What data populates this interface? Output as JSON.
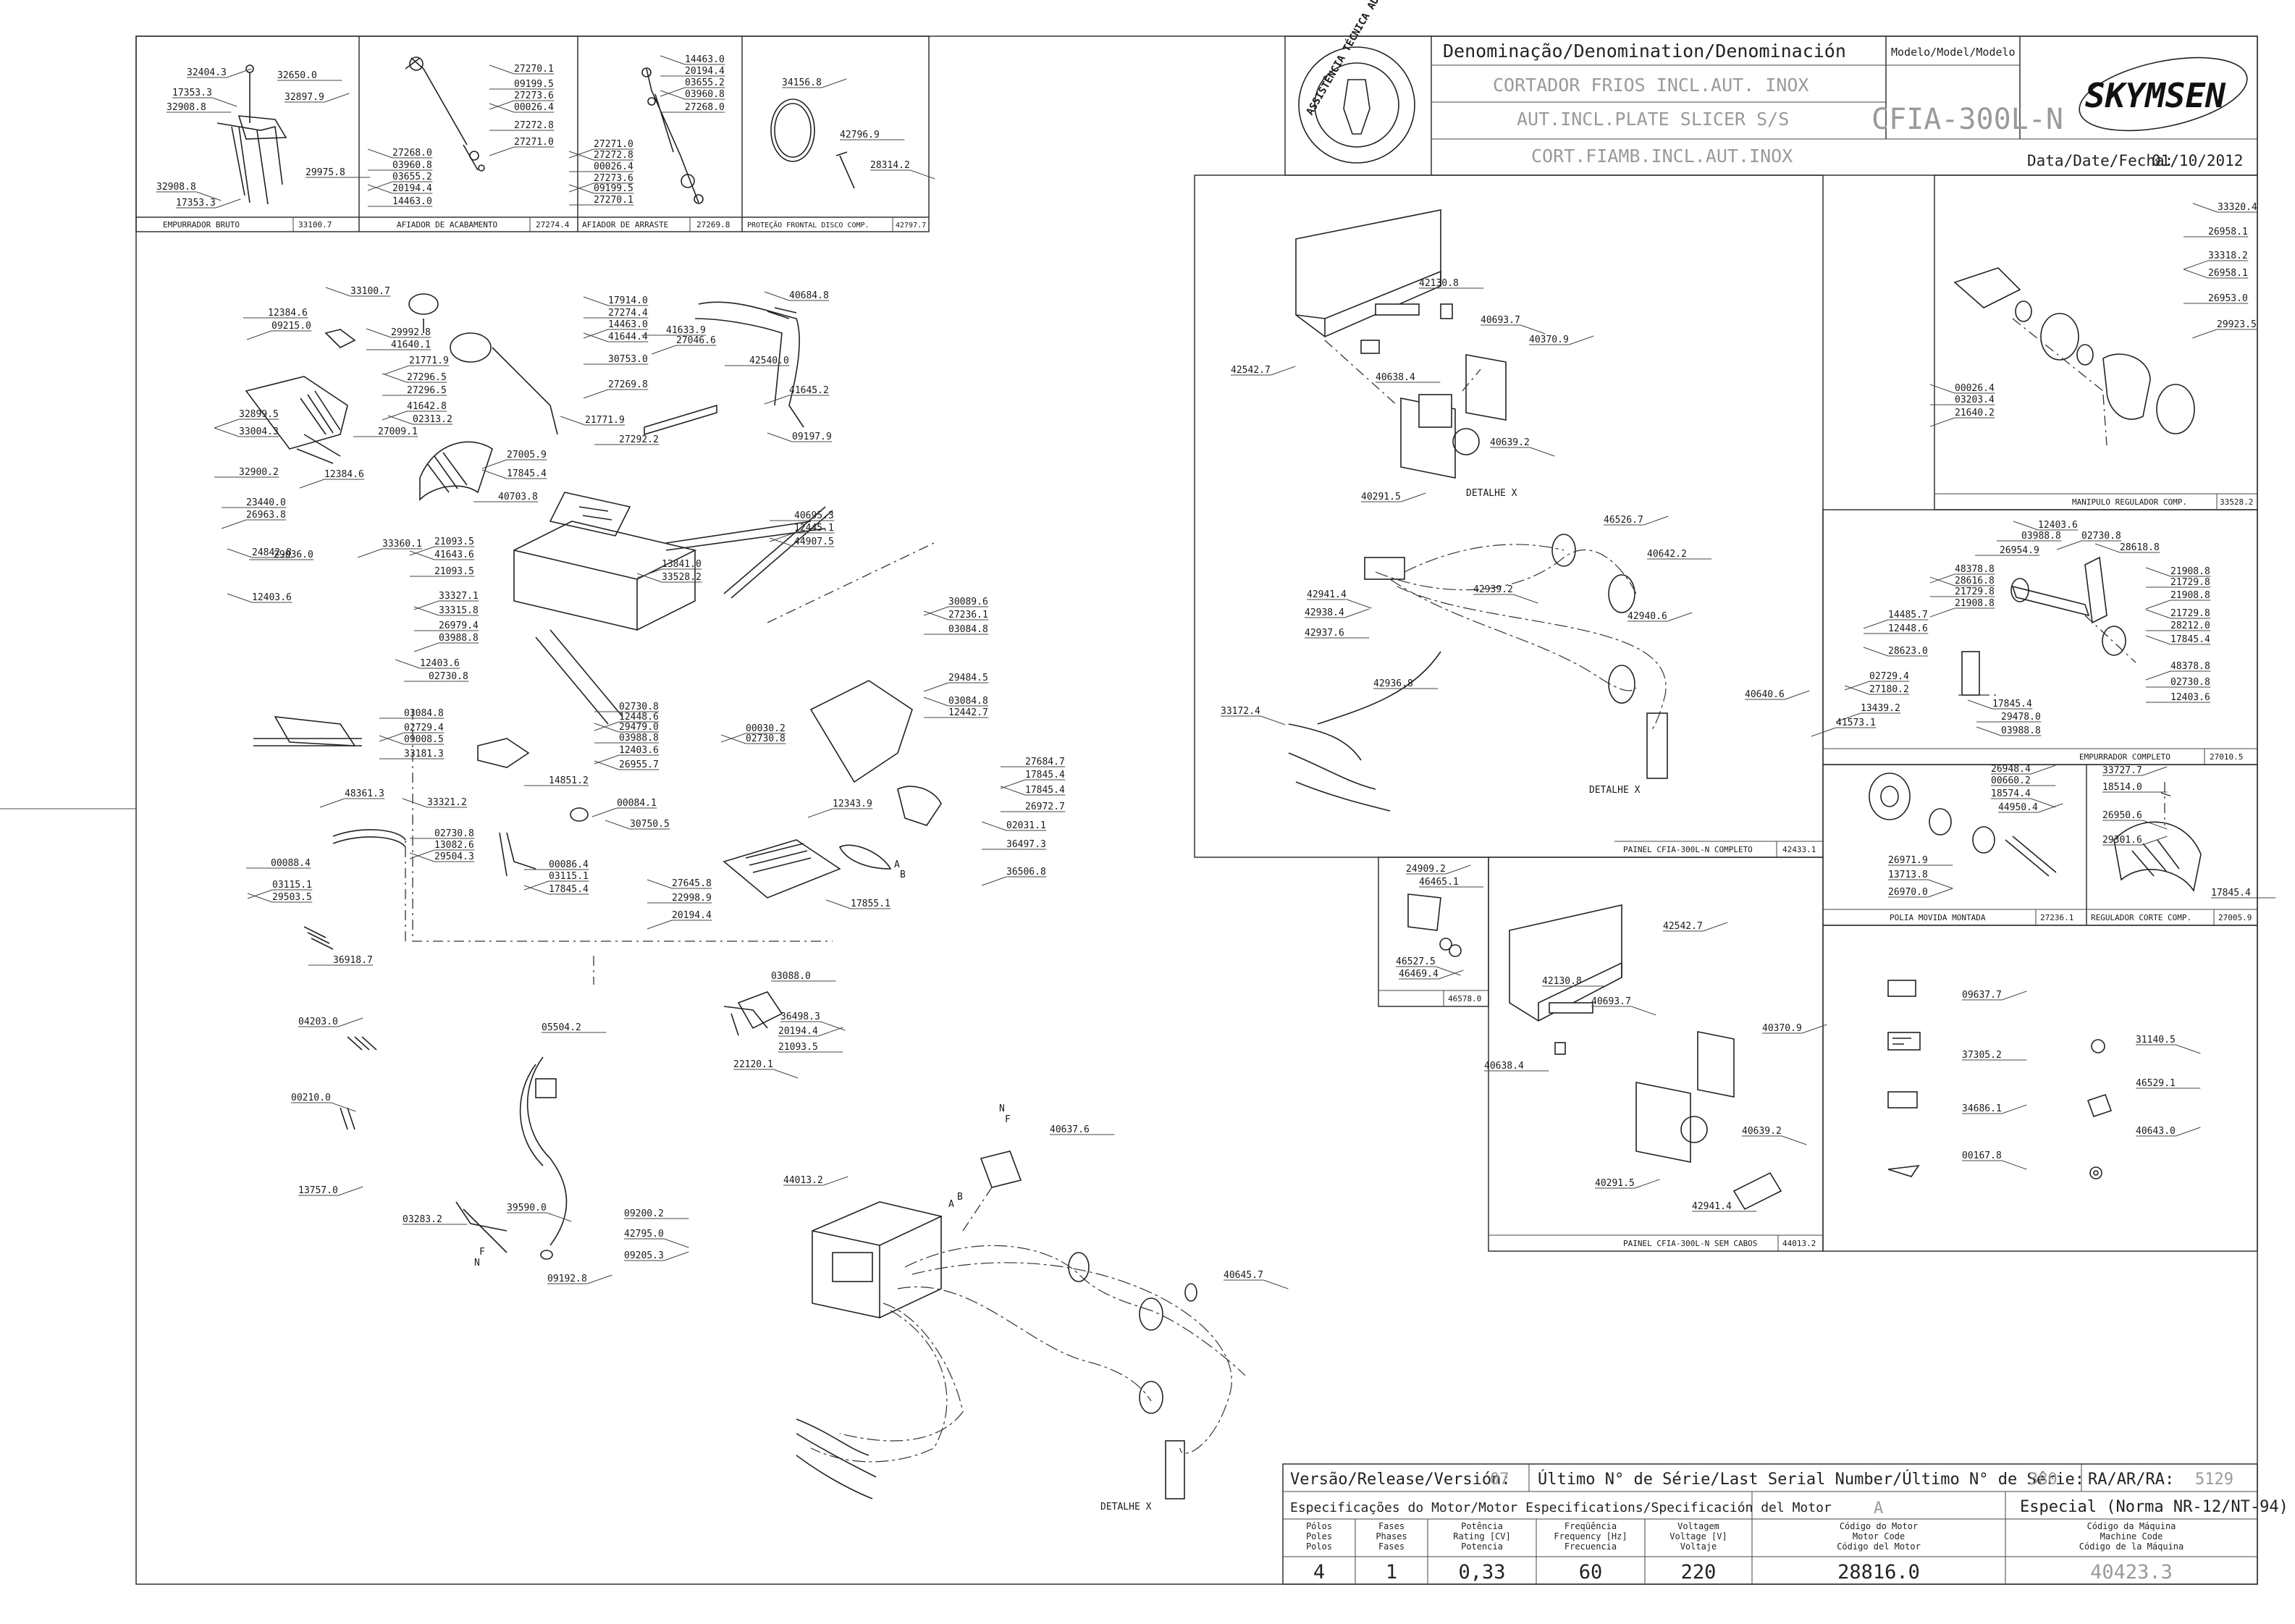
{
  "title_block": {
    "denomination_label": "Denominação/Denomination/Denominación",
    "model_label": "Modelo/Model/Modelo",
    "name_pt": "CORTADOR FRIOS INCL.AUT. INOX",
    "name_en": "AUT.INCL.PLATE SLICER S/S",
    "name_es": "CORT.FIAMB.INCL.AUT.INOX",
    "model": "CFIA-300L-N",
    "date_label": "Data/Date/Fecha:",
    "date": "01/10/2012",
    "brand": "SKYMSEN",
    "seal_text": "ASSISTÊNCIA TÉCNICA AUTORIZADA"
  },
  "subassemblies": [
    {
      "name": "EMPURRADOR BRUTO",
      "code": "33100.7"
    },
    {
      "name": "AFIADOR DE ACABAMENTO",
      "code": "27274.4"
    },
    {
      "name": "AFIADOR DE ARRASTE",
      "code": "27269.8"
    },
    {
      "name": "PROTEÇÃO FRONTAL DISCO COMP.",
      "code": "42797.7"
    },
    {
      "name": "MANIPULO REGULADOR COMP.",
      "code": "33528.2"
    },
    {
      "name": "EMPURRADOR COMPLETO",
      "code": "27010.5"
    },
    {
      "name": "POLIA MOVIDA MONTADA",
      "code": "27236.1"
    },
    {
      "name": "REGULADOR CORTE COMP.",
      "code": "27005.9"
    },
    {
      "name": "PAINEL CFIA-300L-N COMPLETO",
      "code": "42433.1"
    },
    {
      "name": "PAINEL CFIA-300L-N SEM CABOS",
      "code": "44013.2"
    },
    {
      "name": "",
      "code": "46578.0"
    }
  ],
  "detail_labels": [
    "DETALHE X",
    "DETALHE X",
    "DETALHE X"
  ],
  "wire_labels": [
    "F",
    "N",
    "A",
    "B",
    "F",
    "N",
    "A",
    "B"
  ],
  "footer": {
    "version_label": "Versão/Release/Versión:",
    "version": "07",
    "serial_label": "Último N° de Série/Last Serial Number/Último N° de Série:",
    "serial": "380",
    "ra_label": "RA/AR/RA:",
    "ra": "5129",
    "motor_spec_label": "Especificações do Motor/Motor Especifications/Specificación del Motor",
    "motor_letter": "A",
    "special_label": "Especial (Norma NR-12/NT-94)",
    "columns": [
      {
        "h1": "Pólos",
        "h2": "Poles",
        "h3": "Polos",
        "value": "4"
      },
      {
        "h1": "Fases",
        "h2": "Phases",
        "h3": "Fases",
        "value": "1"
      },
      {
        "h1": "Potência",
        "h2": "Rating [CV]",
        "h3": "Potencia",
        "value": "0,33"
      },
      {
        "h1": "Freqüência",
        "h2": "Frequency [Hz]",
        "h3": "Frecuencia",
        "value": "60"
      },
      {
        "h1": "Voltagem",
        "h2": "Voltage [V]",
        "h3": "Voltaje",
        "value": "220"
      },
      {
        "h1": "Código do Motor",
        "h2": "Motor Code",
        "h3": "Código del Motor",
        "value": "28816.0"
      },
      {
        "h1": "Código da Máquina",
        "h2": "Machine Code",
        "h3": "Código de la Máquina",
        "value": "40423.3"
      }
    ]
  },
  "part_numbers": {
    "b01": [
      "32404.3",
      "32650.0",
      "17353.3",
      "32897.9",
      "32908.8",
      "32908.8",
      "17353.3",
      "29975.8"
    ],
    "b02": [
      "27270.1",
      "09199.5",
      "27273.6",
      "00026.4",
      "27272.8",
      "27271.0",
      "27268.0",
      "03960.8",
      "03655.2",
      "20194.4",
      "14463.0"
    ],
    "b03": [
      "14463.0",
      "20194.4",
      "03655.2",
      "03960.8",
      "27268.0",
      "27271.0",
      "27272.8",
      "00026.4",
      "27273.6",
      "09199.5",
      "27270.1"
    ],
    "b04": [
      "34156.8",
      "42796.9",
      "28314.2"
    ],
    "main": [
      "33100.7",
      "12384.6",
      "09215.0",
      "29992.8",
      "41640.1",
      "21771.9",
      "27296.5",
      "27296.5",
      "41642.8",
      "02313.2",
      "27009.1",
      "32899.5",
      "33004.3",
      "32900.2",
      "12384.6",
      "17914.0",
      "27274.4",
      "14463.0",
      "41644.4",
      "30753.0",
      "27269.8",
      "21771.9",
      "27292.2",
      "27005.9",
      "17845.4",
      "40703.8",
      "21093.5",
      "41643.6",
      "21093.5",
      "33327.1",
      "33315.8",
      "26979.4",
      "03988.8",
      "12403.6",
      "02730.8",
      "13841.0",
      "33528.2",
      "41633.9",
      "27046.6",
      "40684.8",
      "42540.0",
      "41645.2",
      "09197.9",
      "40695.3",
      "12445.1",
      "44907.5",
      "02730.8",
      "12448.6",
      "29479.0",
      "03988.8",
      "12403.6",
      "26955.7",
      "23440.0",
      "26963.8",
      "24842.8",
      "29036.0",
      "33360.1",
      "12403.6",
      "03084.8",
      "02729.4",
      "09008.5",
      "33181.3",
      "48361.3",
      "33321.2",
      "14851.2",
      "00084.1",
      "30750.5",
      "02730.8",
      "13082.6",
      "29504.3",
      "00086.4",
      "03115.1",
      "17845.4",
      "00088.4",
      "03115.1",
      "29503.5",
      "36918.7",
      "30089.6",
      "27236.1",
      "03084.8",
      "29484.5",
      "03084.8",
      "12442.7",
      "00030.2",
      "02730.8",
      "27684.7",
      "17845.4",
      "17845.4",
      "26972.7",
      "12343.9",
      "02031.1",
      "36497.3",
      "36506.8",
      "27645.8",
      "22998.9",
      "20194.4",
      "17855.1"
    ],
    "lower": [
      "04203.0",
      "05504.2",
      "00210.0",
      "13757.0",
      "03283.2",
      "39590.0",
      "09192.8",
      "09200.2",
      "42795.0",
      "09205.3",
      "03088.0",
      "36498.3",
      "20194.4",
      "21093.5",
      "22120.1"
    ],
    "bottom_panel": [
      "44013.2",
      "40637.6",
      "40645.7"
    ],
    "panel_top": [
      "42542.7",
      "42130.8",
      "40693.7",
      "40370.9",
      "40638.4",
      "40639.2",
      "40291.5"
    ],
    "panel_wiring": [
      "46526.7",
      "40642.2",
      "42941.4",
      "42938.4",
      "42937.6",
      "42939.2",
      "42940.6",
      "42936.8",
      "33172.4",
      "40640.6"
    ],
    "b46578": [
      "24909.2",
      "46465.1",
      "46527.5",
      "46469.4"
    ],
    "panel_second": [
      "42542.7",
      "42130.8",
      "40693.7",
      "40370.9",
      "40638.4",
      "40639.2",
      "40291.5",
      "42941.4"
    ],
    "manipulo": [
      "33320.4",
      "26958.1",
      "33318.2",
      "26958.1",
      "26953.0",
      "29923.5",
      "00026.4",
      "03203.4",
      "21640.2"
    ],
    "empurrador": [
      "12403.6",
      "03988.8",
      "02730.8",
      "28618.8",
      "26954.9",
      "48378.8",
      "28616.8",
      "21729.8",
      "21908.8",
      "21908.8",
      "21729.8",
      "21908.8",
      "21729.8",
      "28212.0",
      "14485.7",
      "17845.4",
      "12448.6",
      "48378.8",
      "28623.0",
      "02730.8",
      "02729.4",
      "27180.2",
      "12403.6",
      "13439.2",
      "17845.4",
      "29478.0",
      "41573.1",
      "03988.8"
    ],
    "polia": [
      "26948.4",
      "00660.2",
      "18574.4",
      "44950.4",
      "26971.9",
      "13713.8",
      "26970.0"
    ],
    "regulador": [
      "33727.7",
      "18514.0",
      "26950.6",
      "29301.6",
      "17845.4"
    ],
    "labels": [
      "09637.7",
      "37305.2",
      "31140.5",
      "34686.1",
      "46529.1",
      "00167.8",
      "40643.0"
    ]
  }
}
